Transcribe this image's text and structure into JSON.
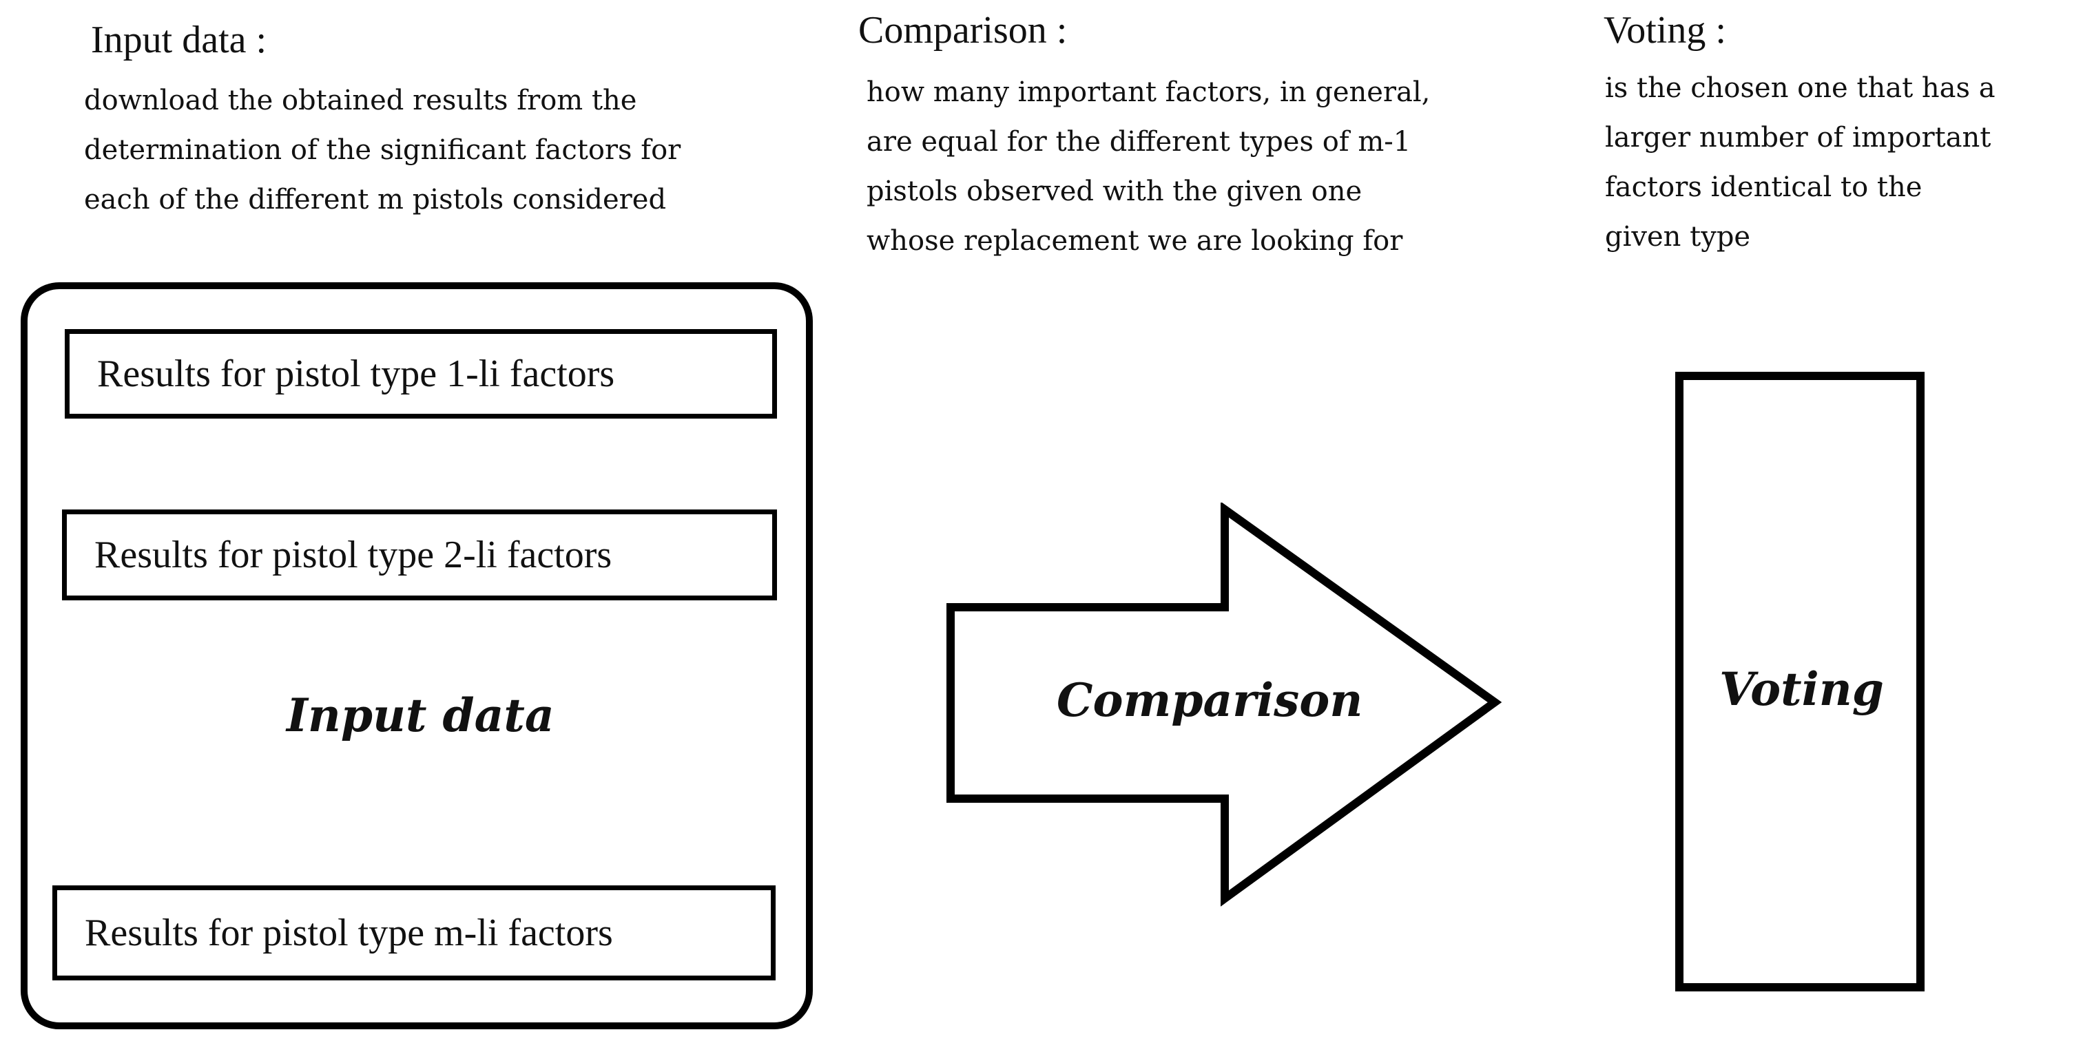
{
  "input_section": {
    "heading": "Input data :",
    "description_lines": [
      "download the obtained results from the",
      "determination of the significant factors for",
      "each of the different m pistols considered"
    ]
  },
  "comparison_section": {
    "heading": "Comparison :",
    "description_lines": [
      "how many important factors, in general,",
      "are equal for the different types of m-1",
      "pistols observed with the given one",
      "whose replacement we are looking for"
    ]
  },
  "voting_section": {
    "heading": "Voting :",
    "description_lines": [
      "is the chosen one that has a",
      "larger number of important",
      "factors identical to the",
      "given type"
    ]
  },
  "diagram": {
    "result_boxes": [
      "Results for pistol type 1-li  factors",
      "Results for pistol type 2-li  factors",
      "Results for pistol type m-li  factors"
    ],
    "input_label": "Input data",
    "comparison_label": "Comparison",
    "voting_label": "Voting"
  }
}
